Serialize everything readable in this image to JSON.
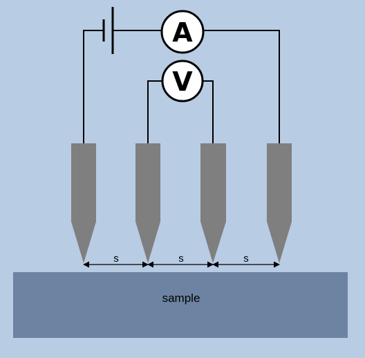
{
  "colors": {
    "background": "#b8cce4",
    "sample_fill": "#6d83a2",
    "probe_fill": "#7f7f7f",
    "wire": "#000000",
    "meter_fill": "#ffffff"
  },
  "ammeter": {
    "label": "A",
    "icon": "ammeter-icon"
  },
  "voltmeter": {
    "label": "V",
    "icon": "voltmeter-icon"
  },
  "battery": {
    "icon": "battery-icon"
  },
  "probes": [
    {
      "name": "probe-1",
      "role": "current"
    },
    {
      "name": "probe-2",
      "role": "voltage"
    },
    {
      "name": "probe-3",
      "role": "voltage"
    },
    {
      "name": "probe-4",
      "role": "current"
    }
  ],
  "spacings": [
    {
      "label": "s"
    },
    {
      "label": "s"
    },
    {
      "label": "s"
    }
  ],
  "sample": {
    "label": "sample"
  }
}
